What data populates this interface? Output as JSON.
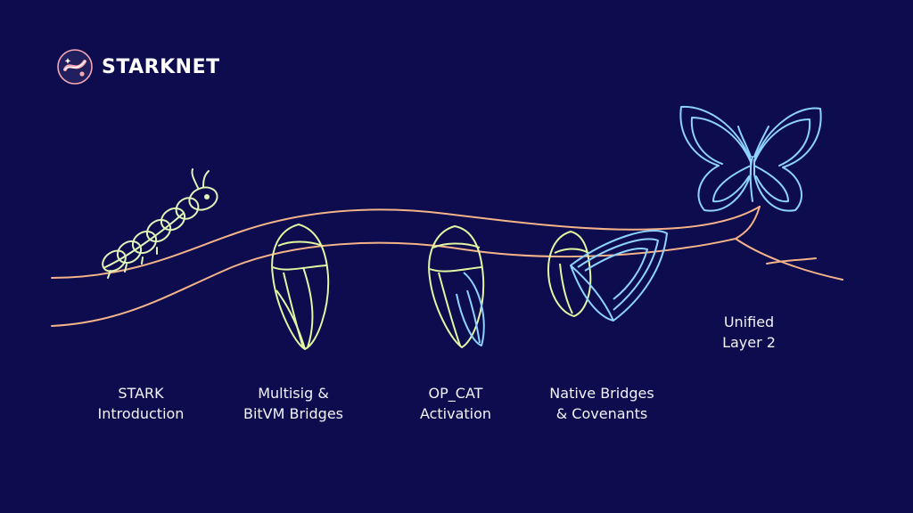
{
  "brand": {
    "name": "STARKNET",
    "logo_icon": "starknet-logo-icon"
  },
  "stages": [
    {
      "line1": "STARK",
      "line2": "Introduction",
      "icon": "caterpillar-icon"
    },
    {
      "line1": "Multisig &",
      "line2": "BitVM Bridges",
      "icon": "chrysalis-icon"
    },
    {
      "line1": "OP_CAT",
      "line2": "Activation",
      "icon": "chrysalis-opening-icon"
    },
    {
      "line1": "Native Bridges",
      "line2": "& Covenants",
      "icon": "emerging-butterfly-icon"
    },
    {
      "line1": "Unified",
      "line2": "Layer 2",
      "icon": "butterfly-icon"
    }
  ],
  "colors": {
    "background": "#0c0c4f",
    "branch": "#f5b389",
    "caterpillar": "#dff5b8",
    "chrysalis": "#e2f6a2",
    "wing": "#8ed3ff",
    "logo_pink": "#f7a7b4",
    "logo_bg": "#211f5e"
  }
}
